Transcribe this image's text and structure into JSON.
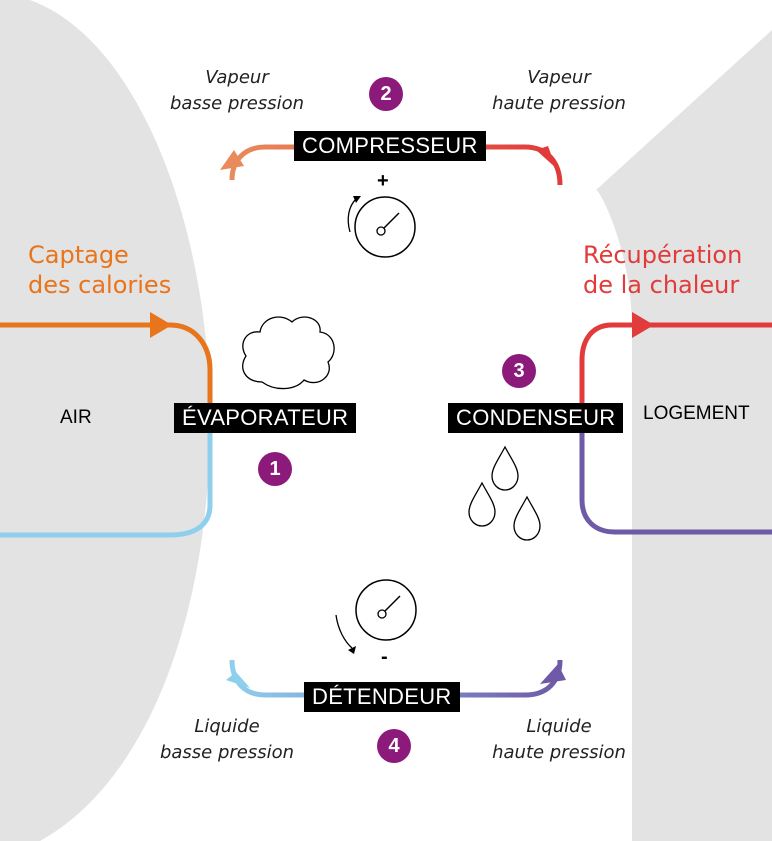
{
  "colors": {
    "background_zone": "#e3e3e3",
    "vapour_low": "#e86a3a",
    "vapour_high": "#e03a3a",
    "liquid_low": "#8fcfee",
    "liquid_high": "#6e5aa6",
    "capture": "#e8741c",
    "recovery": "#e23b3b",
    "badge": "#8b1a7a"
  },
  "left": {
    "title_line1": "Captage",
    "title_line2": "des calories",
    "zone_label": "AIR"
  },
  "right": {
    "title_line1": "Récupération",
    "title_line2": "de la chaleur",
    "zone_label": "LOGEMENT"
  },
  "components": {
    "compressor": "COMPRESSEUR",
    "evaporator": "ÉVAPORATEUR",
    "condenser": "CONDENSEUR",
    "expansion_valve": "DÉTENDEUR"
  },
  "states": {
    "vapour_low_1": "Vapeur",
    "vapour_low_2": "basse pression",
    "vapour_high_1": "Vapeur",
    "vapour_high_2": "haute pression",
    "liquid_low_1": "Liquide",
    "liquid_low_2": "basse pression",
    "liquid_high_1": "Liquide",
    "liquid_high_2": "haute pression"
  },
  "steps": {
    "one": "1",
    "two": "2",
    "three": "3",
    "four": "4"
  },
  "signs": {
    "plus": "+",
    "minus": "-"
  },
  "icons": [
    "rotation-arrow-icon",
    "pressure-gauge-icon",
    "cloud-icon",
    "water-drops-icon"
  ]
}
